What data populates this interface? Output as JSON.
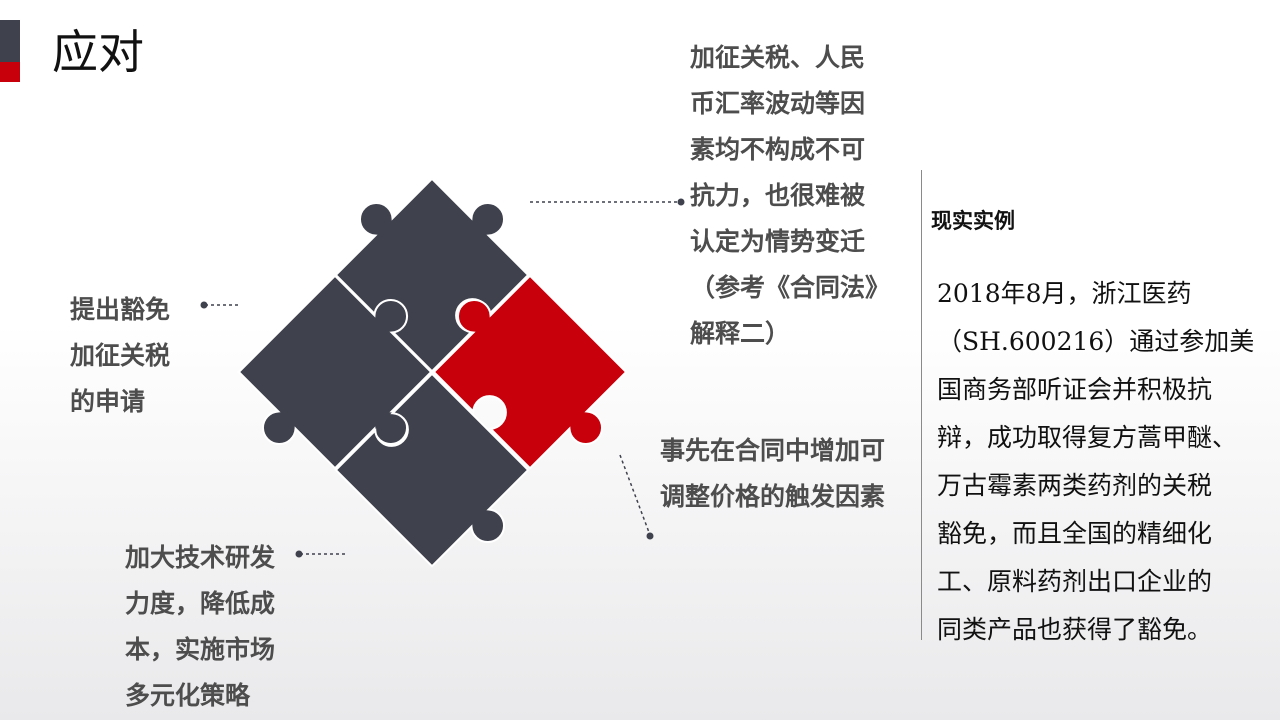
{
  "title": "应对",
  "colors": {
    "dark": "#3f414d",
    "red": "#c8000b",
    "text": "#4d4d4d"
  },
  "labels": {
    "tariff_exemption": [
      "提出豁免",
      "加征关税",
      "的申请"
    ],
    "force_majeure": [
      "加征关税、人民",
      "币汇率波动等因",
      "素均不构成不可",
      "抗力，也很难被",
      "认定为情势变迁",
      "（参考《合同法》",
      "解释二）"
    ],
    "price_trigger": [
      "事先在合同中增加可",
      "调整价格的触发因素"
    ],
    "rd_strategy": [
      "加大技术研发",
      "力度，降低成",
      "本，实施市场",
      "多元化策略"
    ]
  },
  "case": {
    "title": "现实实例",
    "body": [
      "2018年8月，浙江医药",
      "（SH.600216）通过参加美",
      "国商务部听证会并积极抗",
      "辩，成功取得复方蒿甲醚、",
      "万古霉素两类药剂的关税",
      "豁免，而且全国的精细化",
      "工、原料药剂出口企业的",
      "同类产品也获得了豁免。"
    ]
  }
}
